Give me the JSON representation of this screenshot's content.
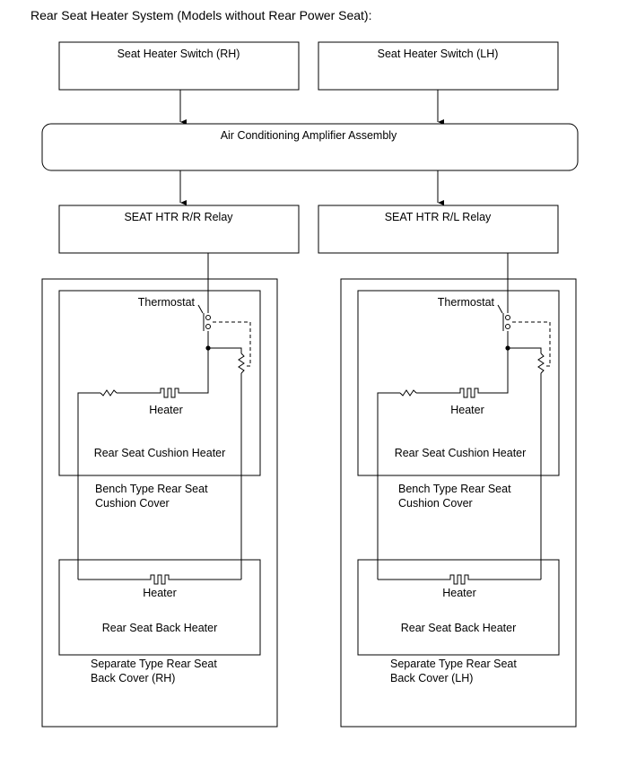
{
  "title": "Rear Seat Heater System (Models without Rear Power Seat):",
  "switches": {
    "rh": "Seat Heater Switch (RH)",
    "lh": "Seat Heater Switch (LH)"
  },
  "amplifier": "Air Conditioning Amplifier Assembly",
  "relays": {
    "rh": "SEAT HTR R/R Relay",
    "lh": "SEAT HTR R/L Relay"
  },
  "rh_side": {
    "thermostat": "Thermostat",
    "cushion_heater_element": "Heater",
    "cushion_heater": "Rear Seat Cushion Heater",
    "cushion_cover_line1": "Bench Type Rear Seat",
    "cushion_cover_line2": "Cushion Cover",
    "back_heater_element": "Heater",
    "back_heater": "Rear Seat Back Heater",
    "back_cover_line1": "Separate Type Rear Seat",
    "back_cover_line2": "Back Cover (RH)"
  },
  "lh_side": {
    "thermostat": "Thermostat",
    "cushion_heater_element": "Heater",
    "cushion_heater": "Rear Seat Cushion Heater",
    "cushion_cover_line1": "Bench Type Rear Seat",
    "cushion_cover_line2": "Cushion Cover",
    "back_heater_element": "Heater",
    "back_heater": "Rear Seat Back Heater",
    "back_cover_line1": "Separate Type Rear Seat",
    "back_cover_line2": "Back Cover (LH)"
  }
}
